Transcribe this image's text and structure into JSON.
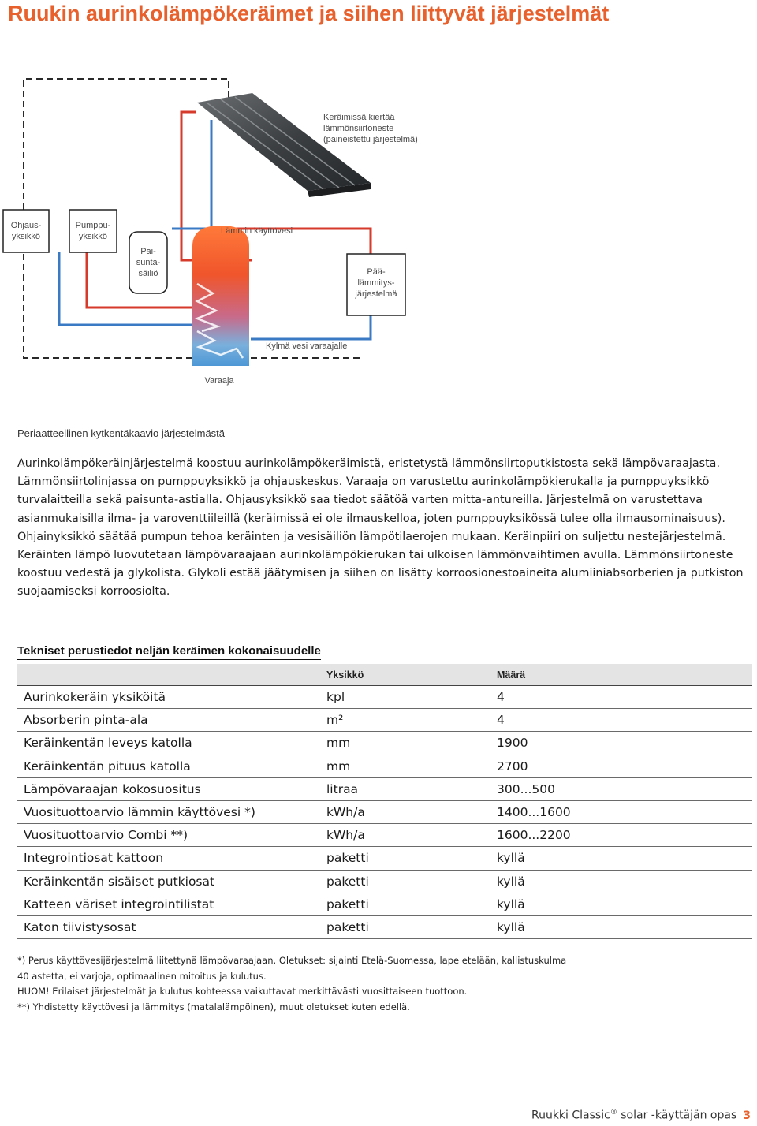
{
  "title": "Ruukin aurinkolämpökeräimet ja siihen liittyvät järjestelmät",
  "diagram": {
    "collector_label": [
      "Keräimissä kiertää",
      "lämmönsiirtoneste",
      "(paineistettu järjestelmä)"
    ],
    "controller_label": [
      "Ohjaus-",
      "yksikkö"
    ],
    "pump_label": [
      "Pumppu-",
      "yksikkö"
    ],
    "expansion_label": [
      "Pai-",
      "sunta-",
      "säiliö"
    ],
    "hot_water_label": "Lämmin käyttövesi",
    "main_heating_label": [
      "Pää-",
      "lämmitys-",
      "järjestelmä"
    ],
    "cold_water_label": "Kylmä vesi varaajalle",
    "tank_label": "Varaaja",
    "colors": {
      "hot": "#e8552a",
      "cold": "#5aa0d6",
      "pipe_red": "#d63a2a",
      "pipe_blue": "#3a79c4"
    }
  },
  "caption": "Periaatteellinen kytkentäkaavio järjestelmästä",
  "body_text": "Aurinkolämpökeräinjärjestelmä koostuu aurinkolämpökeräimistä, eristetystä lämmönsiirtoputkistosta sekä lämpövaraajasta. Lämmönsiirtolinjassa on pumppuyksikkö ja ohjauskeskus. Varaaja on varustettu aurinkolämpökierukalla ja pumppuyksikkö turvalaitteilla sekä paisunta-astialla. Ohjausyksikkö saa tiedot säätöä varten mitta-antureilla. Järjestelmä on varustettava asianmukaisilla ilma- ja varoventtiileillä (keräimissä ei ole ilmauskelloa, joten pumppuyksikössä tulee olla ilmausominaisuus). Ohjainyksikkö säätää pumpun tehoa keräinten ja vesisäiliön lämpötilaerojen mukaan. Keräinpiiri on suljettu nestejärjestelmä. Keräinten lämpö luovutetaan lämpövaraajaan aurinkolämpökierukan tai ulkoisen lämmönvaihtimen avulla. Lämmönsiirtoneste koostuu vedestä ja glykolista. Glykoli estää jäätymisen ja siihen on lisätty korroosionestoaineita alumiiniabsorberien ja putkiston suojaamiseksi korroosiolta.",
  "specs": {
    "title": "Tekniset perustiedot neljän keräimen kokonaisuudelle",
    "headers": [
      "",
      "Yksikkö",
      "Määrä"
    ],
    "rows": [
      [
        "Aurinkokeräin yksiköitä",
        "kpl",
        "4"
      ],
      [
        "Absorberin pinta-ala",
        "m²",
        "4"
      ],
      [
        "Keräinkentän leveys katolla",
        "mm",
        "1900"
      ],
      [
        "Keräinkentän pituus katolla",
        "mm",
        "2700"
      ],
      [
        "Lämpövaraajan kokosuositus",
        "litraa",
        "300...500"
      ],
      [
        "Vuosituottoarvio lämmin käyttövesi *)",
        "kWh/a",
        "1400...1600"
      ],
      [
        "Vuosituottoarvio Combi **)",
        "kWh/a",
        "1600...2200"
      ],
      [
        "Integrointiosat kattoon",
        "paketti",
        "kyllä"
      ],
      [
        "Keräinkentän sisäiset putkiosat",
        "paketti",
        "kyllä"
      ],
      [
        "Katteen väriset integrointilistat",
        "paketti",
        "kyllä"
      ],
      [
        "Katon tiivistysosat",
        "paketti",
        "kyllä"
      ]
    ]
  },
  "footnotes": [
    "*) Perus käyttövesijärjestelmä liitettynä lämpövaraajaan. Oletukset: sijainti Etelä-Suomessa, lape etelään, kallistuskulma",
    "40 astetta, ei varjoja, optimaalinen mitoitus ja kulutus.",
    "HUOM! Erilaiset järjestelmät ja kulutus kohteessa vaikuttavat merkittävästi vuosittaiseen tuottoon.",
    "**) Yhdistetty käyttövesi ja lämmitys (matalalämpöinen), muut oletukset kuten edellä."
  ],
  "footer": {
    "brand": "Ruukki Classic",
    "reg": "®",
    "rest": " solar -käyttäjän opas",
    "page": "3"
  }
}
